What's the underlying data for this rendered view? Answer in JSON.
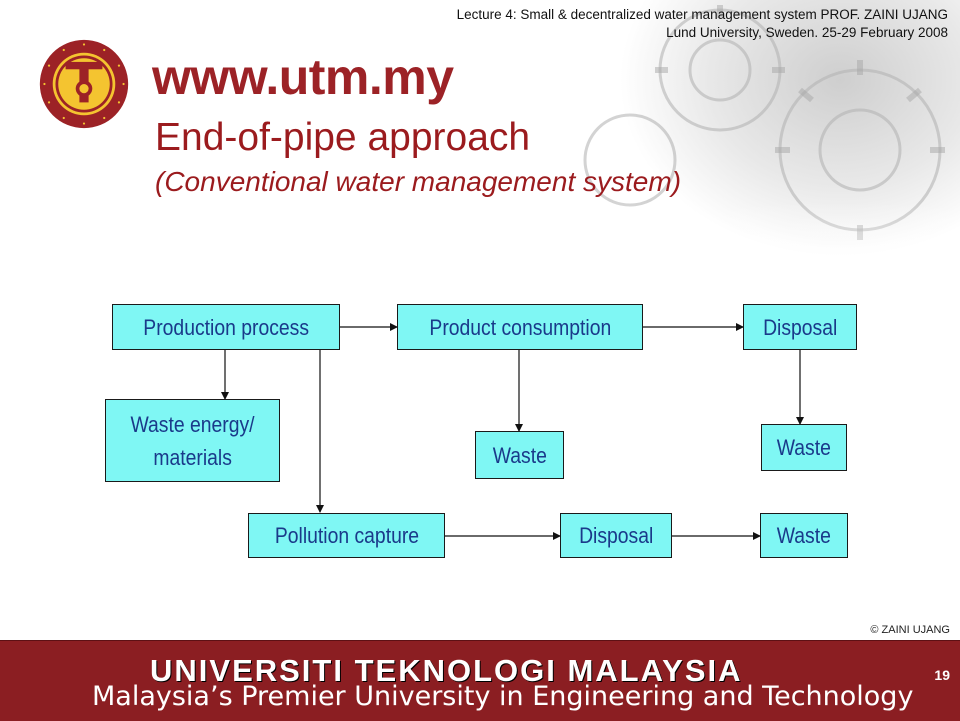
{
  "header": {
    "line1": "Lecture 4: Small & decentralized water management system PROF. ZAINI UJANG",
    "line2": "Lund University, Sweden. 25-29 February 2008"
  },
  "brand": {
    "url": "www.utm.my",
    "accent_color": "#9c2226"
  },
  "slide": {
    "title": "End-of-pipe approach",
    "subtitle": "(Conventional water management system)"
  },
  "diagram": {
    "node_color": "#7ff7f4",
    "text_color": "#1a3a8a",
    "nodes": {
      "production_process": "Production process",
      "product_consumption": "Product consumption",
      "disposal_top": "Disposal",
      "waste_energy_line1": "Waste energy/",
      "waste_energy_line2": "materials",
      "waste_consumption": "Waste",
      "waste_disposal": "Waste",
      "pollution_capture": "Pollution capture",
      "disposal_bottom": "Disposal",
      "waste_bottom": "Waste"
    },
    "edges": [
      [
        "Production process",
        "Product consumption"
      ],
      [
        "Product consumption",
        "Disposal"
      ],
      [
        "Production process",
        "Waste energy/ materials"
      ],
      [
        "Production process",
        "Pollution capture"
      ],
      [
        "Product consumption",
        "Waste"
      ],
      [
        "Disposal",
        "Waste"
      ],
      [
        "Pollution capture",
        "Disposal"
      ],
      [
        "Disposal",
        "Waste"
      ]
    ]
  },
  "copyright": "© ZAINI UJANG",
  "footer": {
    "title": "UNIVERSITI TEKNOLOGI MALAYSIA",
    "tagline": "Malaysia’s Premier University in Engineering and Technology",
    "page_number": "19",
    "background_color": "#8b1e22"
  }
}
